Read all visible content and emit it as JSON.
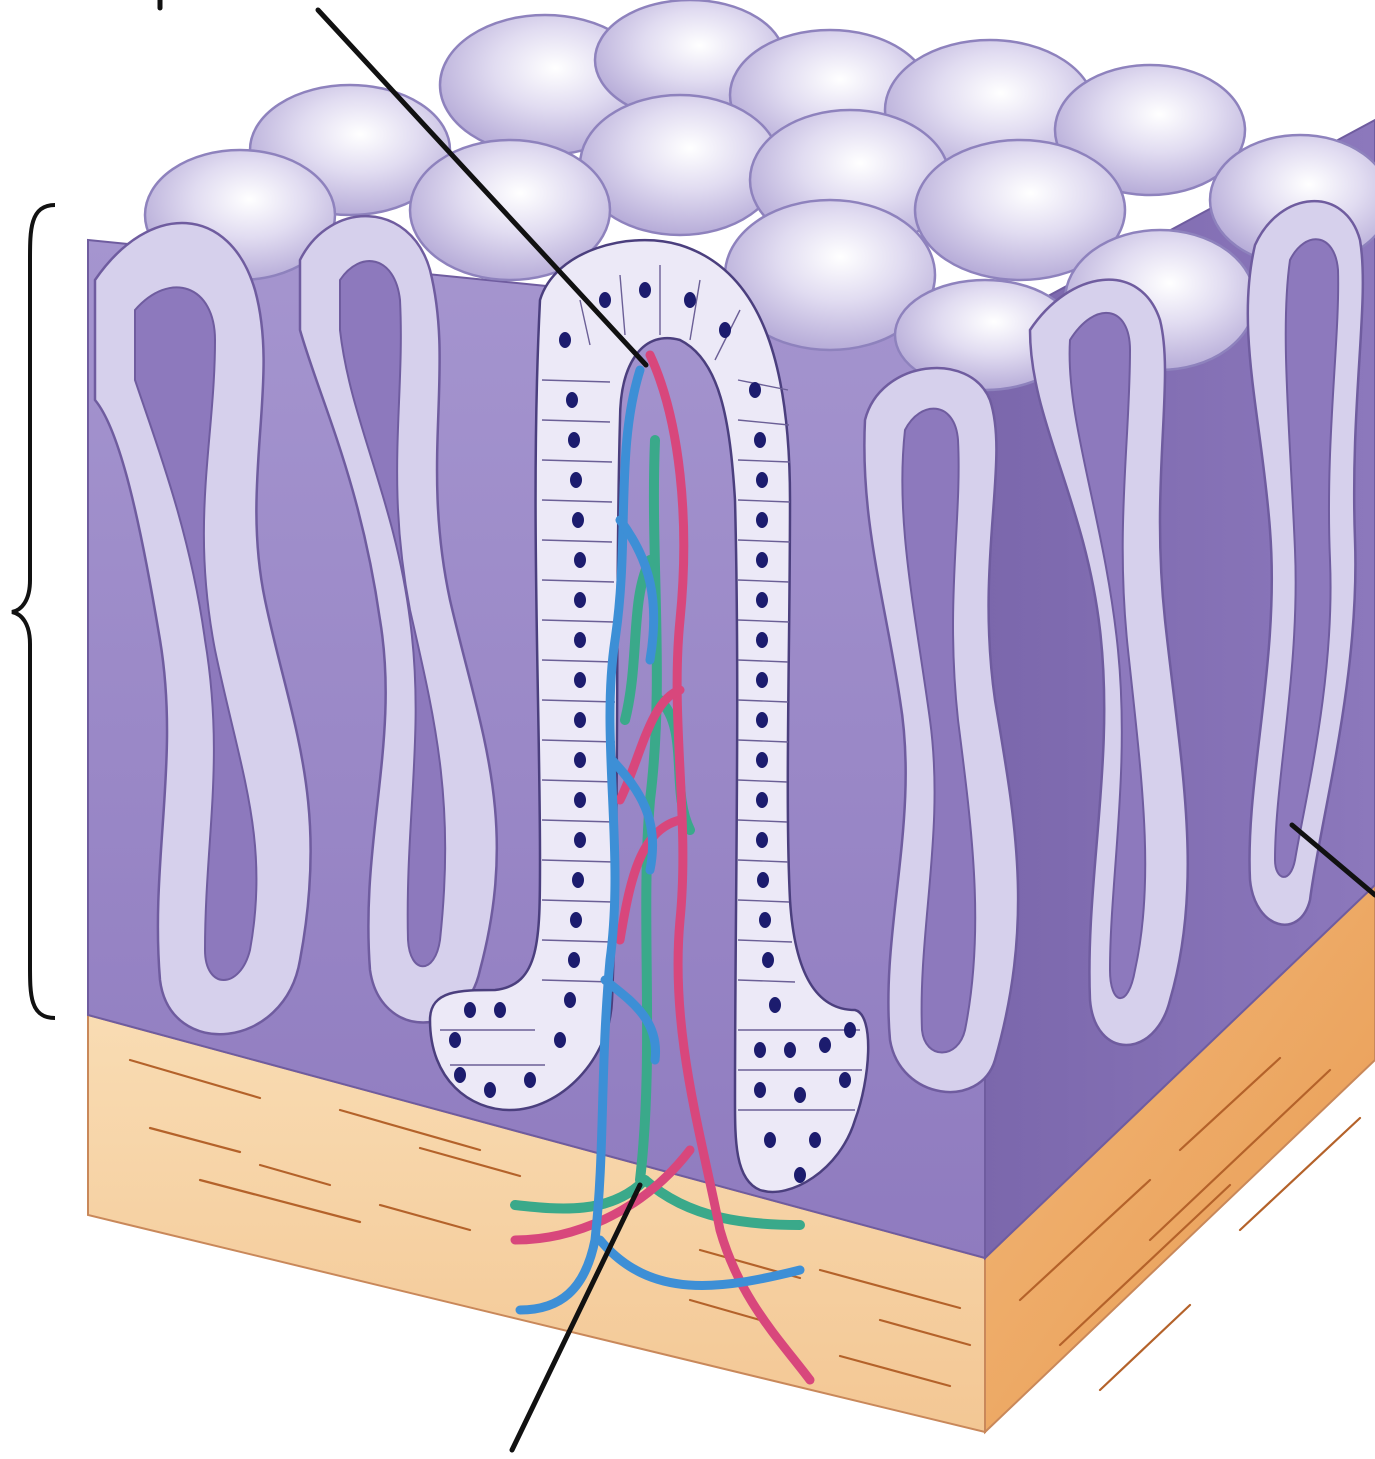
{
  "diagram": {
    "title": "",
    "labels": [
      {
        "id": "villus-label",
        "text": ""
      },
      {
        "id": "lacteal-label",
        "text": ""
      },
      {
        "id": "crypt-label",
        "text": ""
      },
      {
        "id": "vessels-label",
        "text": ""
      }
    ],
    "colors": {
      "background": "#ffffff",
      "tissue": "#9a86c4",
      "tissue_dark": "#7d69ad",
      "villus_wall": "#cbc4e4",
      "villus_surface": "#e7e4f4",
      "submucosa": "#f6d2a4",
      "submucosa_side": "#efb072",
      "submucosa_lines": "#b4622a",
      "nucleus": "#1c1c6e",
      "artery": "#d8477c",
      "vein": "#3d8fd6",
      "lymph": "#3aa98a",
      "leader": "#111111"
    }
  }
}
